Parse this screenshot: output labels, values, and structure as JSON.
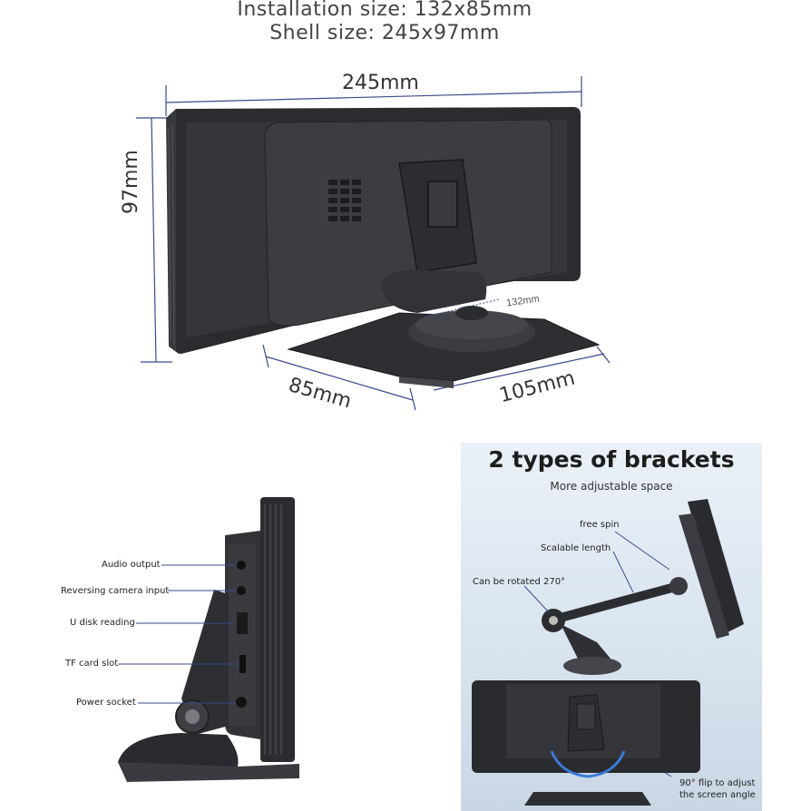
{
  "captions": {
    "installation": "Installation size: 132x85mm",
    "shell": "Shell size: 245x97mm"
  },
  "dimensions": {
    "width": "245mm",
    "height": "97mm",
    "base_depth": "85mm",
    "base_width": "105mm",
    "mount": "132mm"
  },
  "ports": [
    {
      "label": "Audio output"
    },
    {
      "label": "Reversing camera input"
    },
    {
      "label": "U disk reading"
    },
    {
      "label": "TF card slot"
    },
    {
      "label": "Power socket"
    }
  ],
  "brackets": {
    "title": "2 types of brackets",
    "subtitle": "More adjustable space",
    "free_spin": "free spin",
    "scalable": "Scalable length",
    "rotate": "Can be rotated 270°",
    "flip_line1": "90° flip to adjust",
    "flip_line2": "the screen angle"
  },
  "colors": {
    "device_dark": "#2a2b2e",
    "device_mid": "#3b3c40",
    "dimension_line": "#3a4a8a",
    "panel_bg": "#dde6f0"
  }
}
